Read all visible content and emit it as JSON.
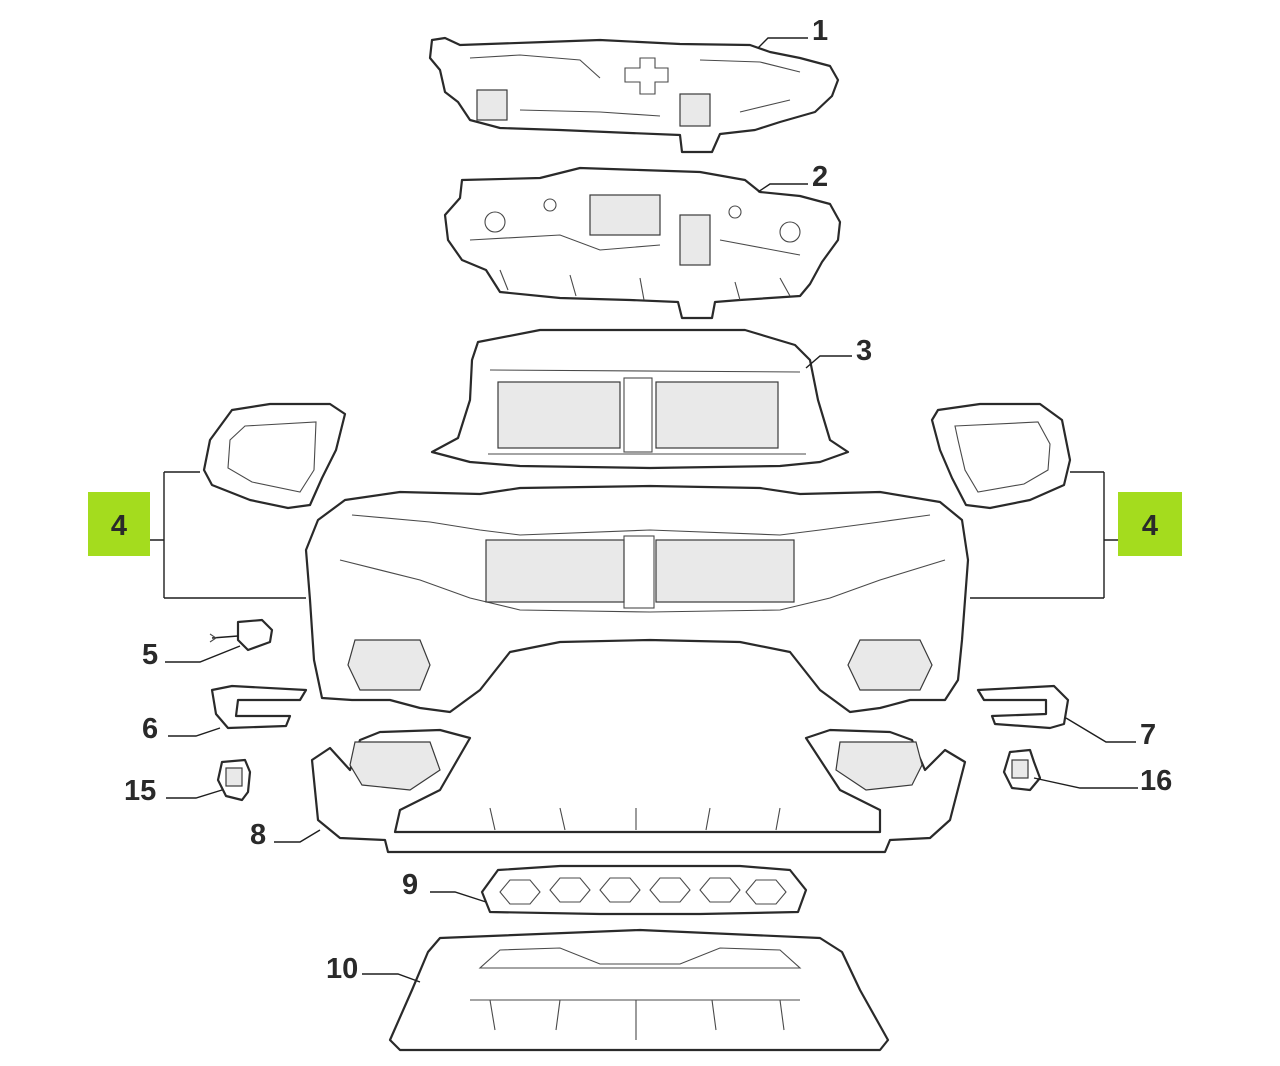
{
  "diagram": {
    "highlight_color": "#a4dc1e",
    "line_color": "#2a2a2a",
    "callouts": [
      {
        "id": "1",
        "label": "1"
      },
      {
        "id": "2",
        "label": "2"
      },
      {
        "id": "3",
        "label": "3"
      },
      {
        "id": "4-left",
        "label": "4"
      },
      {
        "id": "4-right",
        "label": "4"
      },
      {
        "id": "5",
        "label": "5"
      },
      {
        "id": "6",
        "label": "6"
      },
      {
        "id": "7",
        "label": "7"
      },
      {
        "id": "8",
        "label": "8"
      },
      {
        "id": "9",
        "label": "9"
      },
      {
        "id": "10",
        "label": "10"
      },
      {
        "id": "15",
        "label": "15"
      },
      {
        "id": "16",
        "label": "16"
      }
    ]
  }
}
